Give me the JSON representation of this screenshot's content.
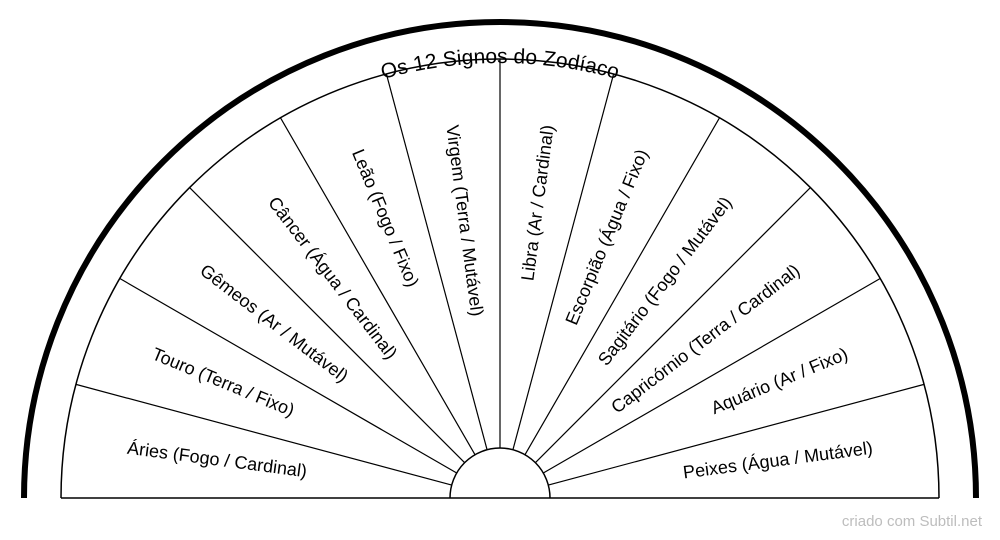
{
  "title": "Os 12 Signos do Zodíaco",
  "signs": [
    "Áries (Fogo / Cardinal)",
    "Touro (Terra / Fixo)",
    "Gêmeos (Ar / Mutável)",
    "Câncer (Água / Cardinal)",
    "Leão (Fogo / Fixo)",
    "Virgem (Terra / Mutável)",
    "Libra (Ar / Cardinal)",
    "Escorpião (Água / Fixo)",
    "Sagitário (Fogo / Mutável)",
    "Capricórnio (Terra / Cardinal)",
    "Aquário (Ar / Fixo)",
    "Peixes (Água / Mutável)"
  ],
  "credit": "criado com Subtil.net"
}
